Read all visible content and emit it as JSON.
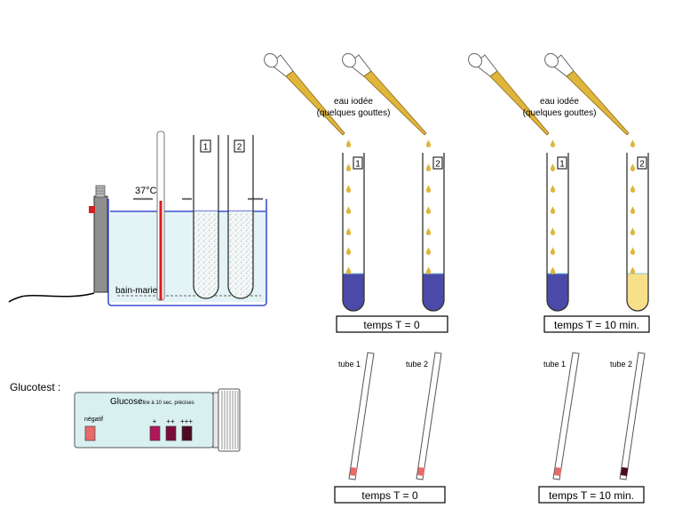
{
  "labels": {
    "temperature": "37°C",
    "bain_marie": "bain-marie",
    "eau_iodee_left": "eau iodée",
    "gouttes_left": "(quelques gouttes)",
    "eau_iodee_right": "eau iodée",
    "gouttes_right": "(quelques gouttes)",
    "glucotest": "Glucotest :",
    "glucose_title": "Glucose",
    "glucose_subtitle": "- lire à 10 sec. précises",
    "negatif": "négatif",
    "plus1": "+",
    "plus2": "++",
    "plus3": "+++",
    "tube_labels": [
      "1",
      "2"
    ],
    "tube1": "tube 1",
    "tube2": "tube 2",
    "temps_0": "temps  T = 0",
    "temps_10": "temps  T = 10 min."
  },
  "colors": {
    "water": "#e3f3f6",
    "iodine": "#e0b53c",
    "blue_starch": "#4a4aa8",
    "yellow_iodine": "#f8e08a",
    "strip_negative": "#e86a6a",
    "strip_pos1": "#b0165a",
    "strip_pos2": "#7a0c3c",
    "strip_pos3": "#4d0a22",
    "red": "#d42020"
  },
  "results": {
    "t0_tube1": "blue",
    "t0_tube2": "blue",
    "t10_tube1": "blue",
    "t10_tube2": "yellow",
    "strip_t0_tube1": "negatif",
    "strip_t0_tube2": "negatif",
    "strip_t10_tube1": "negatif",
    "strip_t10_tube2": "+++"
  }
}
